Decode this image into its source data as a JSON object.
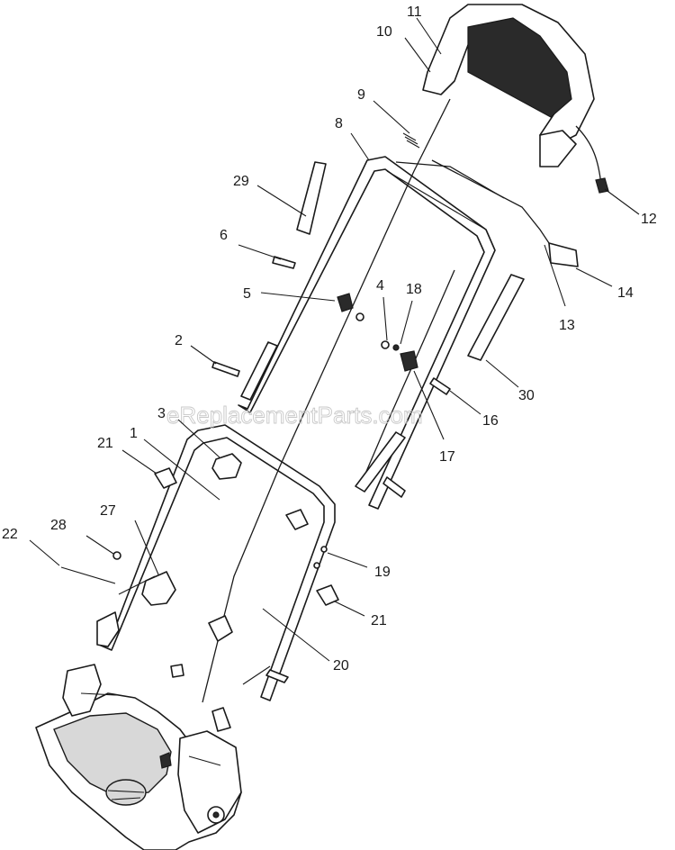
{
  "watermark": "eReplacementParts.com",
  "callouts": [
    "1",
    "2",
    "3",
    "4",
    "5",
    "6",
    "8",
    "9",
    "10",
    "11",
    "12",
    "13",
    "14",
    "16",
    "17",
    "18",
    "19",
    "20",
    "21",
    "21",
    "22",
    "27",
    "28",
    "29",
    "30"
  ]
}
